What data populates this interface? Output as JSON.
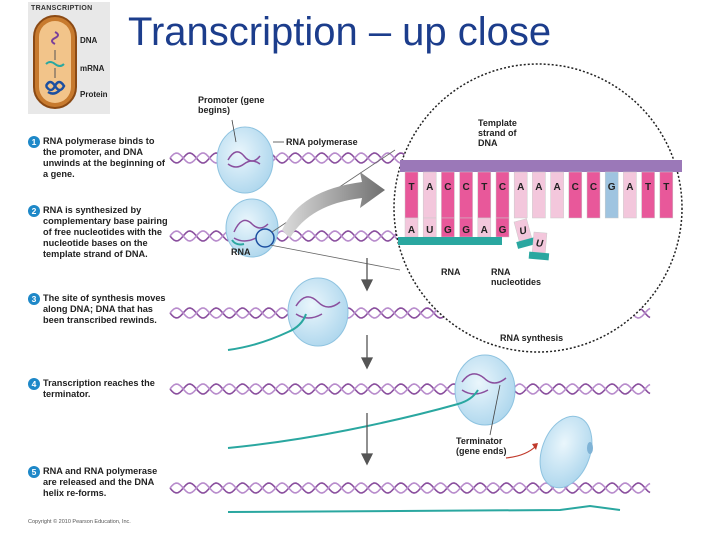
{
  "title": "Transcription – up close",
  "inset": {
    "title": "TRANSCRIPTION",
    "labels": [
      "DNA",
      "mRNA",
      "Protein"
    ]
  },
  "steps": [
    {
      "num": "1",
      "text": "RNA polymerase binds to the promoter, and DNA unwinds at the beginning of a gene."
    },
    {
      "num": "2",
      "text": "RNA is synthesized by complementary base pairing of free nucleotides with the nucleotide bases on the template strand of DNA."
    },
    {
      "num": "3",
      "text": "The site of synthesis moves along DNA; DNA that has been transcribed rewinds."
    },
    {
      "num": "4",
      "text": "Transcription reaches the terminator."
    },
    {
      "num": "5",
      "text": "RNA and RNA polymerase are released and the DNA helix re-forms."
    }
  ],
  "labels": {
    "promoter": "Promoter (gene begins)",
    "rna_polymerase": "RNA polymerase",
    "template": "Template strand of DNA",
    "rna_step2": "RNA",
    "rna_zoom": "RNA",
    "rna_nucleotides": "RNA nucleotides",
    "rna_synthesis": "RNA synthesis",
    "terminator": "Terminator (gene ends)"
  },
  "zoom": {
    "template_bases": [
      "T",
      "A",
      "C",
      "C",
      "T",
      "C",
      "A",
      "A",
      "A",
      "C",
      "C",
      "G",
      "A",
      "T",
      "T"
    ],
    "rna_bases": [
      "A",
      "U",
      "G",
      "G",
      "A",
      "G"
    ],
    "free_nucleotides": [
      "U",
      "U"
    ]
  },
  "colors": {
    "title": "#1c3d8c",
    "step_badge": "#1e88c8",
    "dna_helix": "#8a4f9e",
    "rna": "#2aa7a0",
    "polymerase": "#cfe8f5",
    "template_strand": "#9b78b8",
    "base_pink": "#e8589a",
    "base_blue": "#9fc4e0"
  },
  "copyright": "Copyright © 2010 Pearson Education, Inc."
}
